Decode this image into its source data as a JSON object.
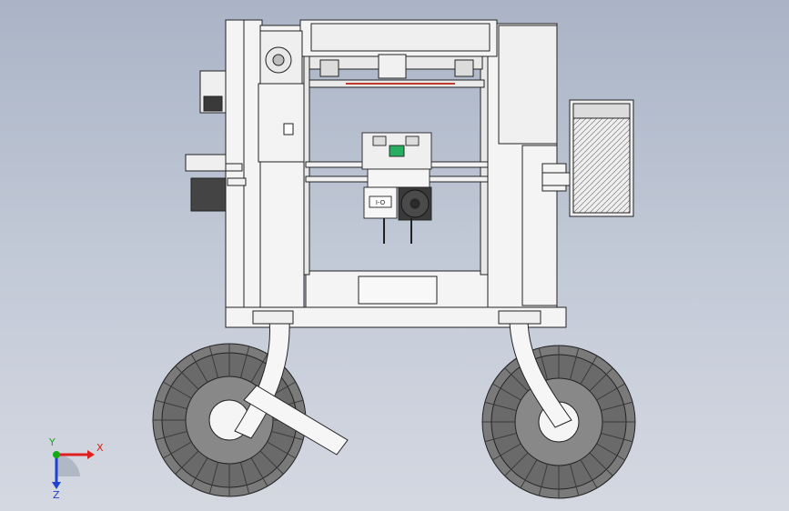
{
  "viewport": {
    "background_top": "#aab4c6",
    "background_bottom": "#d4d8e1"
  },
  "model": {
    "part_stroke": "#222222",
    "frame_fill": "#f4f4f4",
    "spool_fill": "#7a7a7a",
    "spool_dark": "#5b5b5b",
    "filament_fill": "#f5f5f5",
    "bed_red": "#c0392b",
    "pcb_green": "#27ae60",
    "label_plate": "I-O"
  },
  "triad": {
    "x_label": "X",
    "y_label": "Y",
    "z_label": "Z",
    "x_color": "#e02020",
    "y_color": "#18a818",
    "z_color": "#2040d0"
  }
}
